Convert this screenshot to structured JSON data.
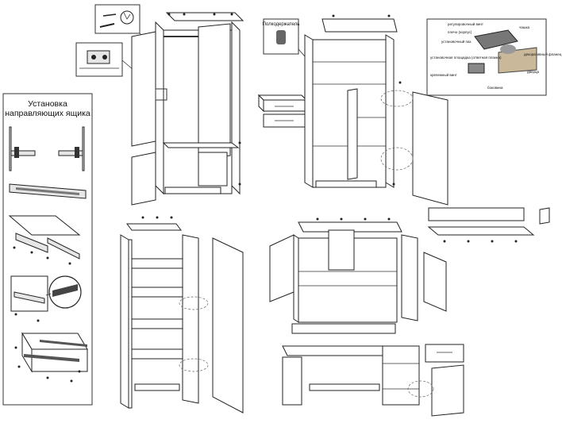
{
  "drawer_panel": {
    "title_line1": "Установка",
    "title_line2": "направляющих ящика"
  },
  "shelf_support_label": "Полкодержатель",
  "hinge_callout": {
    "labels": [
      "регулировочный винт",
      "плечо (корпус)",
      "установочный паз",
      "установочная площадка (ответная планка)",
      "крепежный винт",
      "чашка",
      "декоративный фланец",
      "дверца",
      "боковина"
    ]
  },
  "colors": {
    "line": "#222222",
    "panel_fill": "#ffffff",
    "dark": "#333333"
  }
}
